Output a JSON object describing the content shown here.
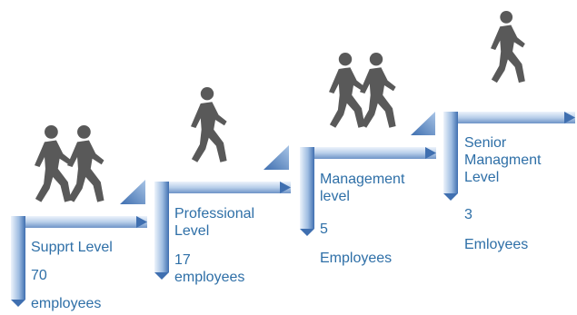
{
  "steps": [
    {
      "title": "Supprt Level",
      "count": "70",
      "unit": "employees",
      "figures": 2
    },
    {
      "title": "Professional Level",
      "count": "17",
      "unit": "employees",
      "figures": 1
    },
    {
      "title": "Management level",
      "count": "5",
      "unit": "Employees",
      "figures": 2
    },
    {
      "title": "Senior Managment Level",
      "count": "3",
      "unit": "Emloyees",
      "figures": 1
    }
  ],
  "colors": {
    "accent": "#2e6fa7",
    "step_light": "#dce8f6",
    "step_mid": "#8fb2dc",
    "step_dark": "#3f6fb0",
    "figure": "#595959"
  },
  "icons": {
    "figure": "walking-person-icon"
  }
}
